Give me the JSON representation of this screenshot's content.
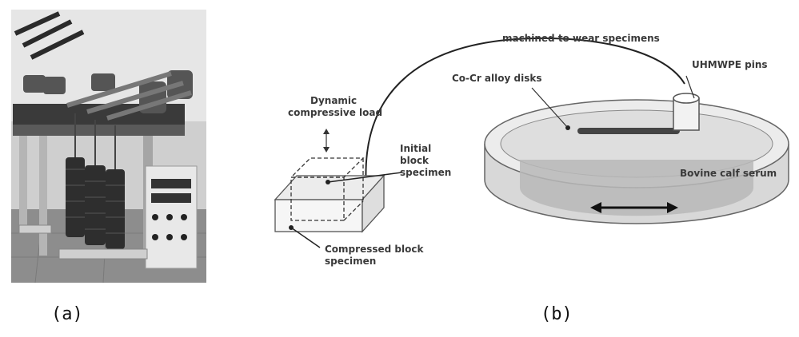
{
  "panel_a": {
    "caption": "(a)"
  },
  "panel_b": {
    "caption": "(b)",
    "labels": {
      "machined": "machined to wear specimens",
      "uhmwpe": "UHMWPE pins",
      "cocr": "Co-Cr alloy disks",
      "dynamic_line1": "Dynamic",
      "dynamic_line2": "compressive load",
      "initial_line1": "Initial",
      "initial_line2": "block",
      "initial_line3": "specimen",
      "bovine": "Bovine calf serum",
      "compressed_line1": "Compressed block",
      "compressed_line2": "specimen"
    }
  }
}
